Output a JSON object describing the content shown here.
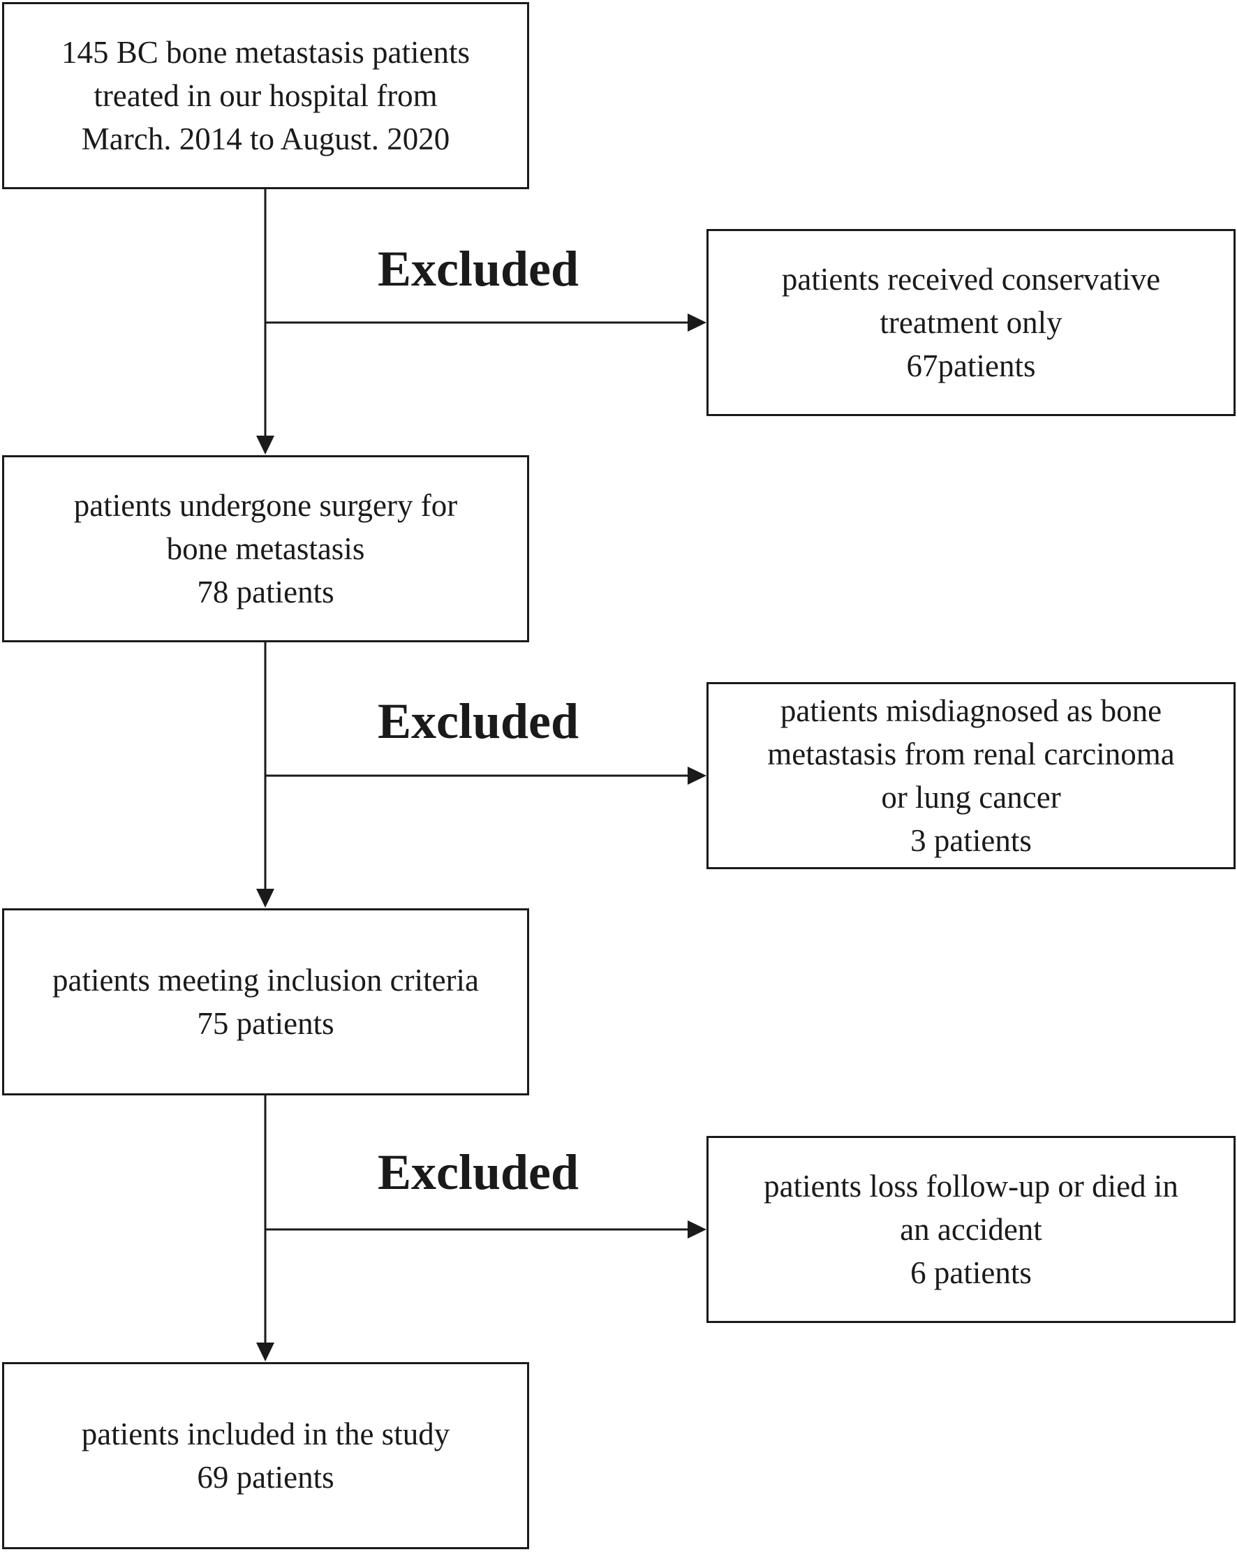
{
  "flow": {
    "steps": [
      {
        "lines": [
          "145 BC bone metastasis patients",
          "treated in our hospital from",
          "March. 2014 to August. 2020"
        ]
      },
      {
        "lines": [
          "patients undergone surgery for",
          "bone metastasis",
          "78 patients"
        ]
      },
      {
        "lines": [
          "patients meeting inclusion criteria",
          "75 patients"
        ]
      },
      {
        "lines": [
          "patients included in the study",
          "69 patients"
        ]
      }
    ],
    "exclusions": [
      {
        "label": "Excluded",
        "lines": [
          "patients received conservative",
          "treatment only",
          "67patients"
        ]
      },
      {
        "label": "Excluded",
        "lines": [
          "patients misdiagnosed as bone",
          "metastasis from renal carcinoma",
          "or lung cancer",
          "3 patients"
        ]
      },
      {
        "label": "Excluded",
        "lines": [
          "patients loss follow-up or died in",
          "an accident",
          "6 patients"
        ]
      }
    ]
  }
}
